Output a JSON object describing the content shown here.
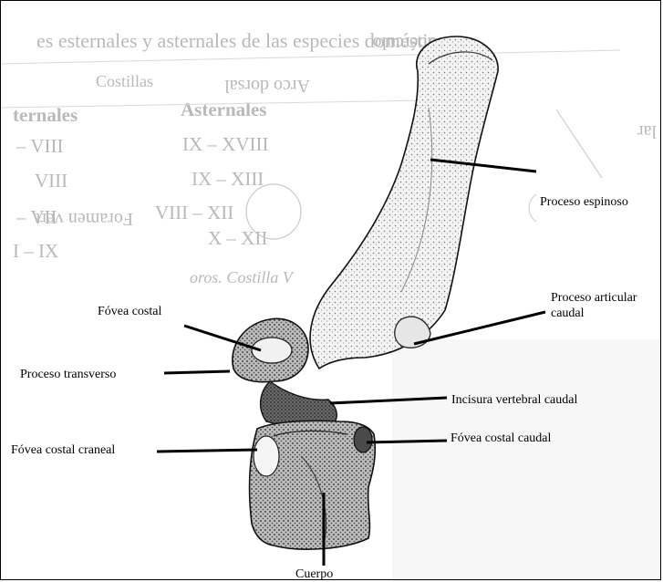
{
  "labels": {
    "proceso_espinoso": "Proceso espinoso",
    "proceso_articular_line1": "Proceso articular",
    "proceso_articular_line2": "caudal",
    "fovea_costal": "Fóvea costal",
    "proceso_transverso": "Proceso transverso",
    "incisura_vertebral_caudal": "Incisura vertebral caudal",
    "fovea_costal_craneal": "Fóvea costal craneal",
    "fovea_costal_caudal": "Fóvea costal caudal",
    "cuerpo": "Cuerpo"
  },
  "background_text": {
    "header": "es esternales y asternales de las especies domésticas.",
    "costillas": "Costillas",
    "col_esternales": "ternales",
    "col_asternales": "Asternales",
    "row1_left": "– VIII",
    "row1_right": "IX – XVIII",
    "row2_left": "VIII",
    "row2_right": "IX – XIII",
    "row3_left": "– VII",
    "row3_right": "VIII – XII",
    "row4_left": "I – IX",
    "row4_right": "X – XII",
    "caption_fragment": "oros. Costilla V",
    "mirror_tuberculo": "Tubérculo",
    "mirror_arco_dorsal": "Arco dorsal",
    "mirror_foramen": "Foramen vert",
    "mirror_lar": "lar"
  }
}
